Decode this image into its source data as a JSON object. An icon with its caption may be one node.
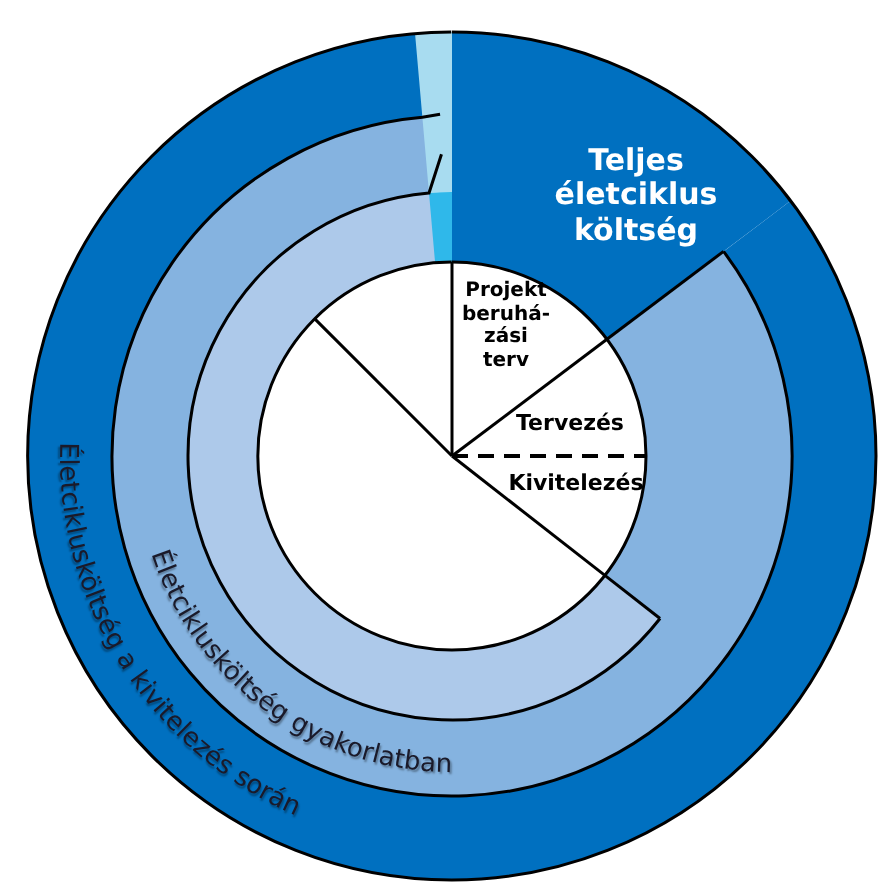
{
  "diagram": {
    "nodes": [
      {
        "text": [
          "Teljes életciklus költség"
        ]
      },
      {
        "text": [
          "Projekt beruhá-zási terv"
        ]
      },
      {
        "text": [
          "Tervezés"
        ]
      },
      {
        "text": [
          "Kivitelezés"
        ]
      }
    ],
    "labels": [
      "Életciklusköltség a kivitelezés során",
      "Életciklusköltség gyakorlatban"
    ]
  }
}
